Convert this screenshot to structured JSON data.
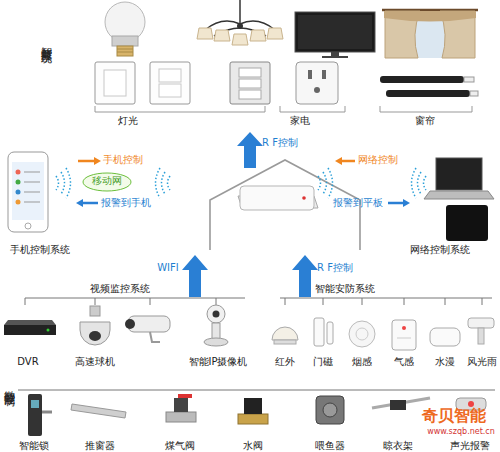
{
  "diagram": {
    "nodes": [
      {
        "text": [
          "智能灯控系统",
          "灯光",
          "家电",
          "窗帘"
        ]
      },
      {
        "text": [
          "手机控制系统"
        ]
      },
      {
        "text": [
          "网络控制系统"
        ]
      },
      {
        "text": [
          "视频监控系统",
          "DVR",
          "高速球机",
          "智能IP摄像机"
        ]
      },
      {
        "text": [
          "智能安防系统",
          "红外",
          "门磁",
          "烟感",
          "气感",
          "水漫",
          "风光雨"
        ]
      },
      {
        "text": [
          "微智能控制",
          "智能锁",
          "推窗器",
          "煤气阀",
          "水阀",
          "喂鱼器",
          "晾衣架",
          "声光报警"
        ]
      }
    ],
    "labels": [
      "R F控制",
      "手机控制",
      "移动网",
      "报警到手机",
      "网络控制",
      "报警到平板",
      "WIFI",
      "R F控制",
      "奇贝智能",
      "www.szqb.net.cn"
    ]
  }
}
